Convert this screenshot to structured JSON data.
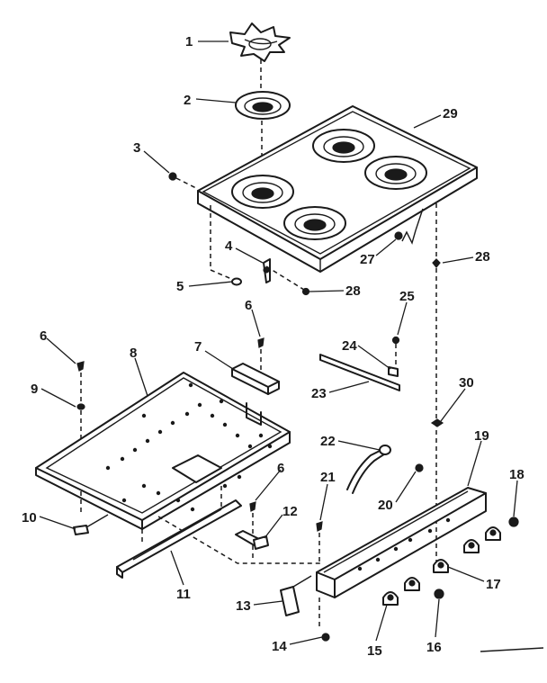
{
  "callouts": [
    {
      "id": "c1",
      "label": "1"
    },
    {
      "id": "c2",
      "label": "2"
    },
    {
      "id": "c3",
      "label": "3"
    },
    {
      "id": "c29",
      "label": "29"
    },
    {
      "id": "c4",
      "label": "4"
    },
    {
      "id": "c27",
      "label": "27"
    },
    {
      "id": "c28a",
      "label": "28"
    },
    {
      "id": "c5",
      "label": "5"
    },
    {
      "id": "c28b",
      "label": "28"
    },
    {
      "id": "c6a",
      "label": "6"
    },
    {
      "id": "c25",
      "label": "25"
    },
    {
      "id": "c6b",
      "label": "6"
    },
    {
      "id": "c7",
      "label": "7"
    },
    {
      "id": "c24",
      "label": "24"
    },
    {
      "id": "c8",
      "label": "8"
    },
    {
      "id": "c9",
      "label": "9"
    },
    {
      "id": "c23",
      "label": "23"
    },
    {
      "id": "c30",
      "label": "30"
    },
    {
      "id": "c22",
      "label": "22"
    },
    {
      "id": "c19",
      "label": "19"
    },
    {
      "id": "c6c",
      "label": "6"
    },
    {
      "id": "c21",
      "label": "21"
    },
    {
      "id": "c20",
      "label": "20"
    },
    {
      "id": "c18",
      "label": "18"
    },
    {
      "id": "c10",
      "label": "10"
    },
    {
      "id": "c12",
      "label": "12"
    },
    {
      "id": "c11",
      "label": "11"
    },
    {
      "id": "c17",
      "label": "17"
    },
    {
      "id": "c13",
      "label": "13"
    },
    {
      "id": "c14",
      "label": "14"
    },
    {
      "id": "c15",
      "label": "15"
    },
    {
      "id": "c16",
      "label": "16"
    }
  ]
}
